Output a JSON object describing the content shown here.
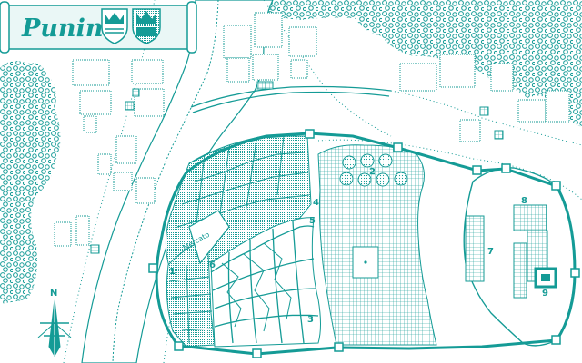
{
  "map": {
    "title": "Punin",
    "mercato_label": "Mercato",
    "north_label": "N",
    "district_numbers": [
      "1",
      "2",
      "3",
      "4",
      "5",
      "6",
      "7",
      "8",
      "9"
    ]
  },
  "colors": {
    "ink": "#149b96",
    "background": "#ffffff",
    "scroll_fill": "#eaf7f6"
  },
  "icons": [
    "scroll-banner-icon",
    "crown-shield-icon",
    "compass-rose-icon",
    "tree-cluster-icon"
  ]
}
